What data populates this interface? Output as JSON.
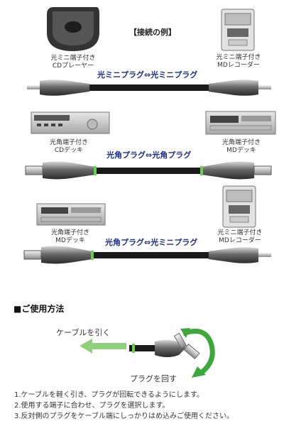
{
  "example_title": "【接続の例】",
  "row1": {
    "left_label": [
      "光ミニ端子付き",
      "CDプレーヤー"
    ],
    "right_label": [
      "光ミニ端子付き",
      "MDレコーダー"
    ],
    "plug_label": "光ミニプラグ⇔光ミニプラグ"
  },
  "row2": {
    "left_label": [
      "光角端子付き",
      "CDデッキ"
    ],
    "right_label": [
      "光角端子付き",
      "MDデッキ"
    ],
    "plug_label": "光角プラグ⇔光角プラグ"
  },
  "row3": {
    "left_label": [
      "光角端子付き",
      "MDデッキ"
    ],
    "right_label": [
      "光ミニ端子付き",
      "MDレコーダー"
    ],
    "plug_label": "光角プラグ⇔光ミニプラグ"
  },
  "usage": {
    "heading": "■ご使用方法",
    "pull_label": "ケーブルを引く",
    "rotate_label": "プラグを回す",
    "steps": [
      "1.ケーブルを軽く引き、プラグが回転できるようにします。",
      "2.使用する端子に合わせ、プラグを選択します。",
      "3.反対側のプラグをケーブル端にしっかりはめ込みご使用ください。"
    ]
  },
  "colors": {
    "plug_text": "#1b2f8a",
    "arrow_green": "#3aa83a",
    "cable": "#1a1a1a"
  }
}
